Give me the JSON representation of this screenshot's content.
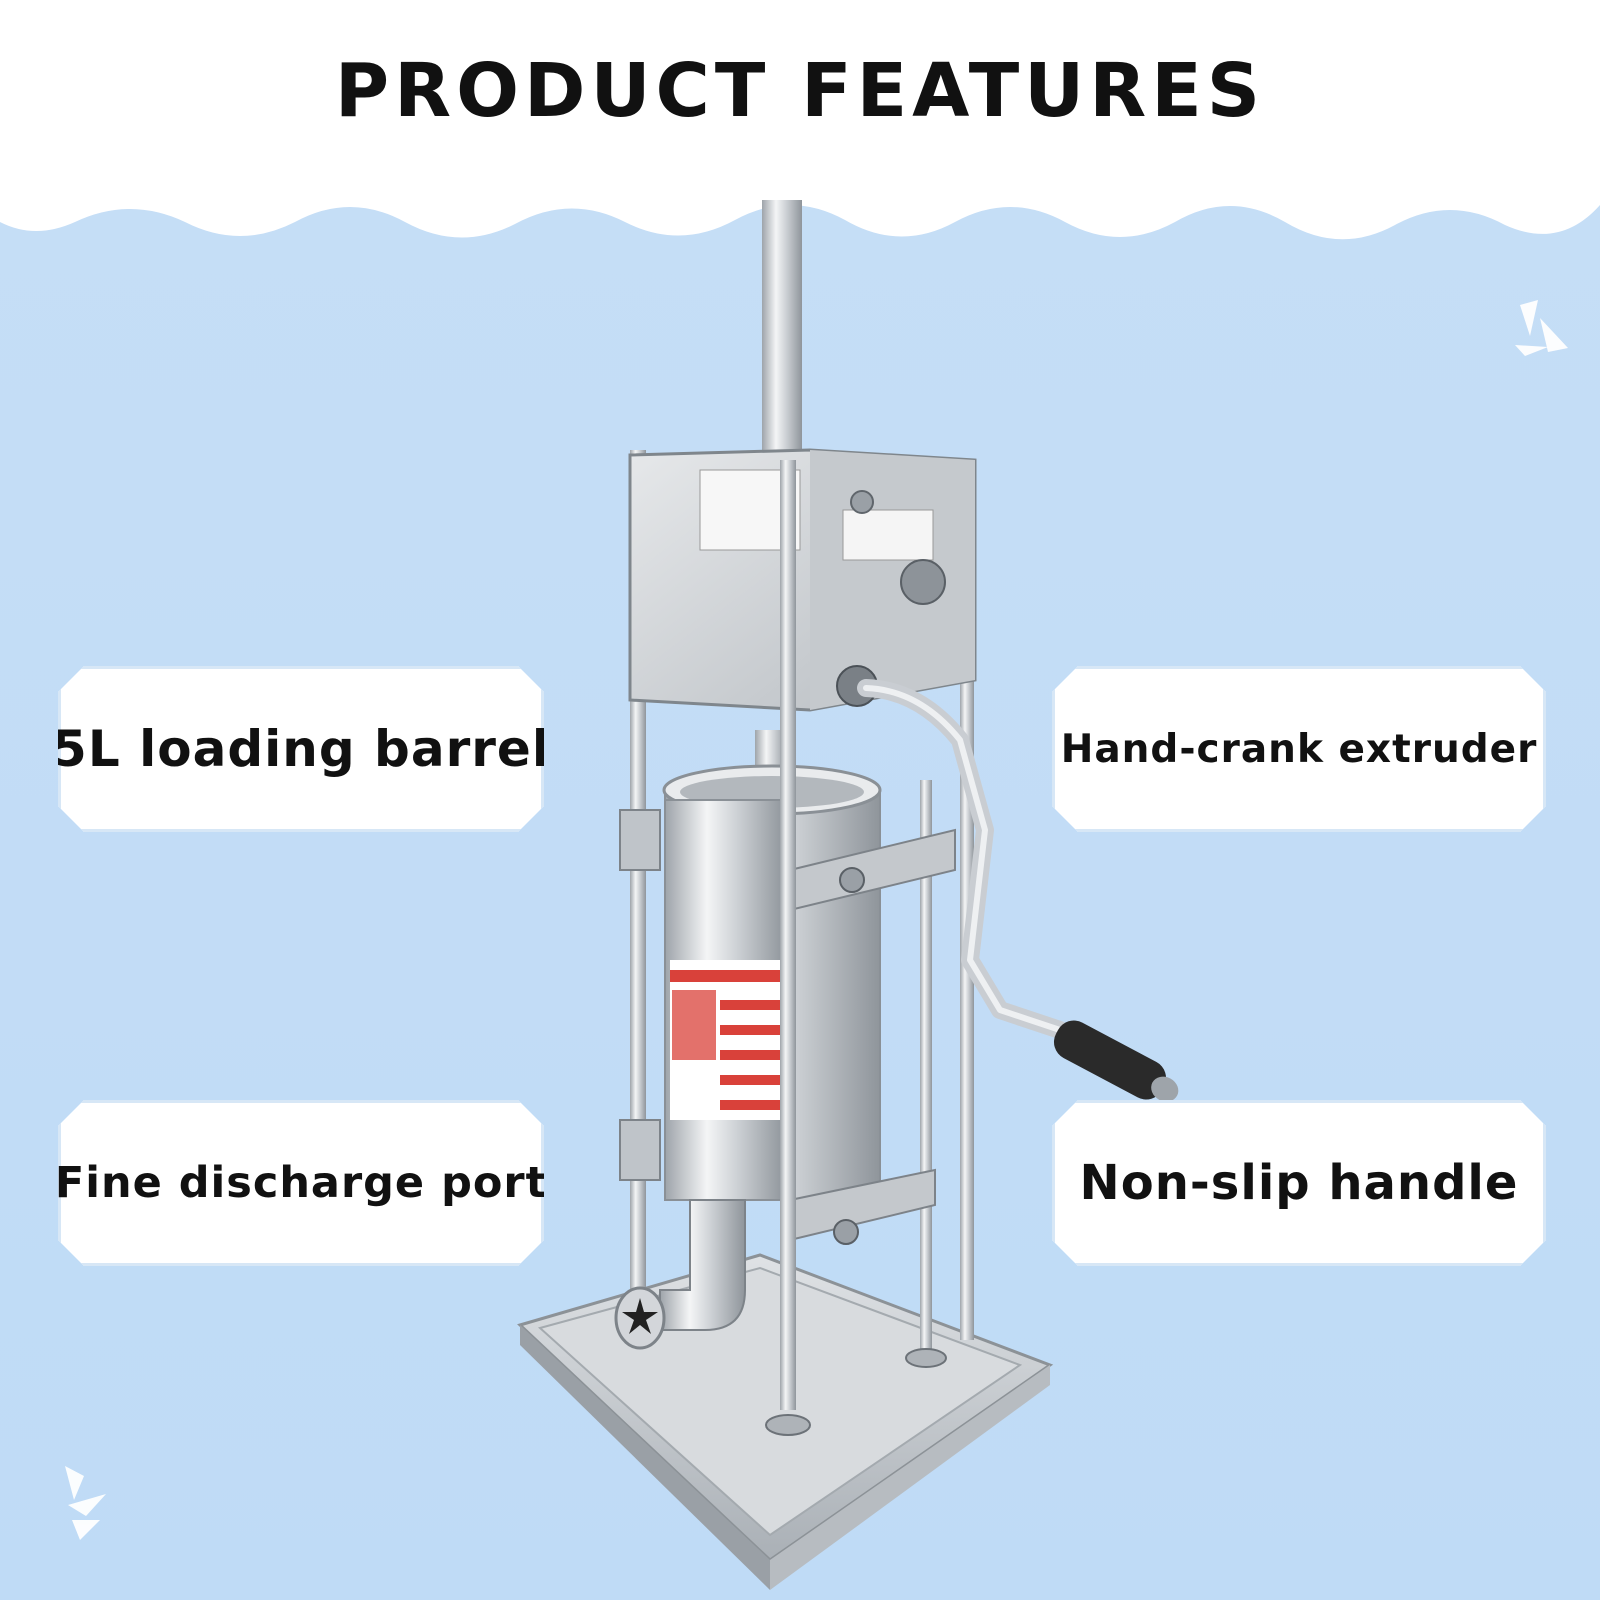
{
  "header": {
    "title": "PRODUCT FEATURES"
  },
  "features": [
    {
      "label": "5L loading barrel"
    },
    {
      "label": "Hand-crank extruder"
    },
    {
      "label": "Fine discharge port"
    },
    {
      "label": "Non-slip handle"
    }
  ],
  "colors": {
    "background": "#c3ddf7",
    "cloud": "#ffffff",
    "badge_border": "#d7e7f6",
    "steel": "#c9cdd2",
    "label_red": "#d9413a",
    "grip": "#2a2a2a"
  },
  "icons": [
    "cloud-banner",
    "sparkle-icon",
    "churro-machine-image"
  ]
}
